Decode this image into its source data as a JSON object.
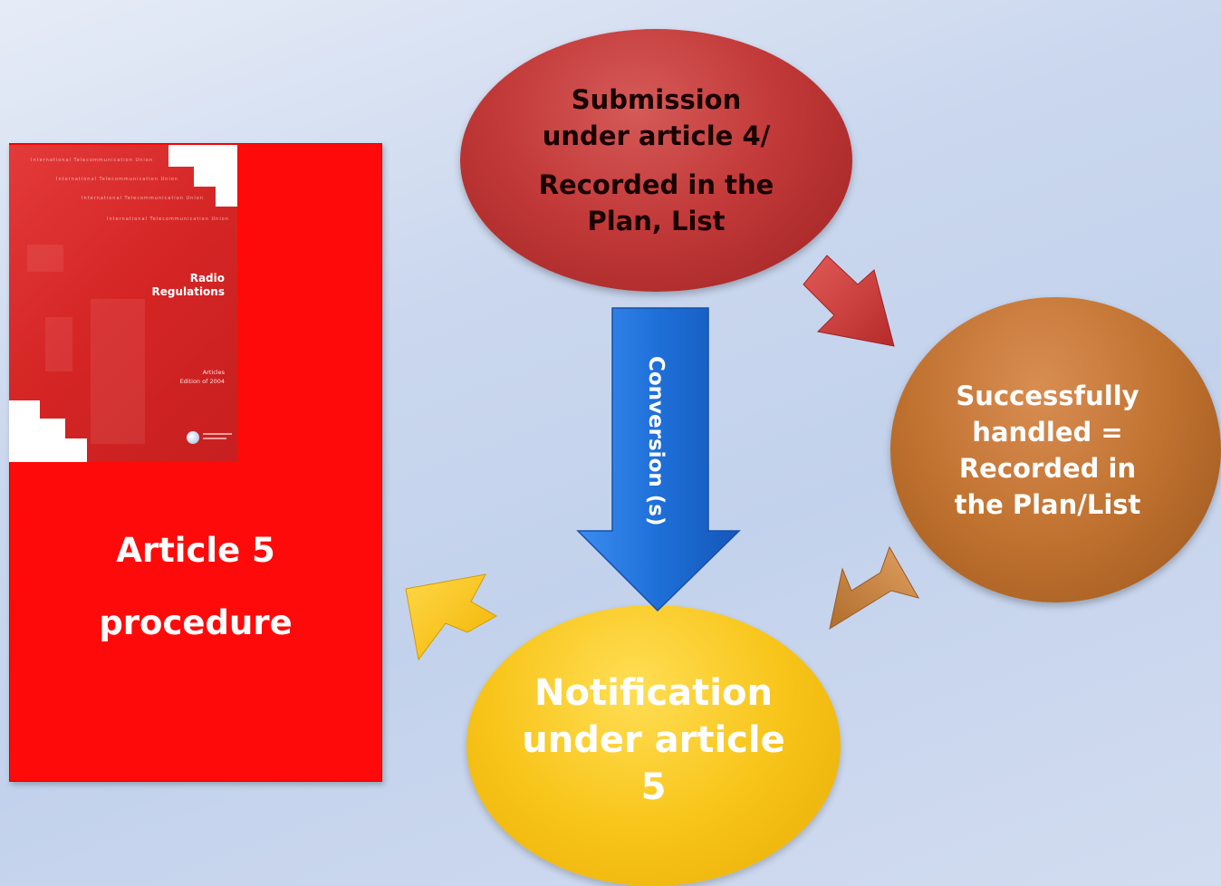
{
  "panel": {
    "title_line1": "Article 5",
    "title_line2": "procedure"
  },
  "book_cover": {
    "org_line": "International Telecommunication Union",
    "title_line1": "Radio",
    "title_line2": "Regulations",
    "subtitle": "Articles",
    "edition": "Edition of 2004"
  },
  "nodes": {
    "submission": {
      "line1": "Submission",
      "line2": "under article 4/",
      "line3": "Recorded in the",
      "line4": "Plan, List"
    },
    "success": {
      "line1": "Successfully",
      "line2": "handled =",
      "line3": "Recorded in",
      "line4": "the Plan/List"
    },
    "notification": {
      "line1": "Notification",
      "line2": "under article",
      "line3": "5"
    }
  },
  "arrows": {
    "conversion_label": "Conversion (s)"
  },
  "colors": {
    "panel_red": "#ff0a0a",
    "submission_red": "#c23a39",
    "success_orange": "#c07230",
    "notification_yellow": "#f8c51a",
    "conversion_blue": "#1e6fd8"
  }
}
